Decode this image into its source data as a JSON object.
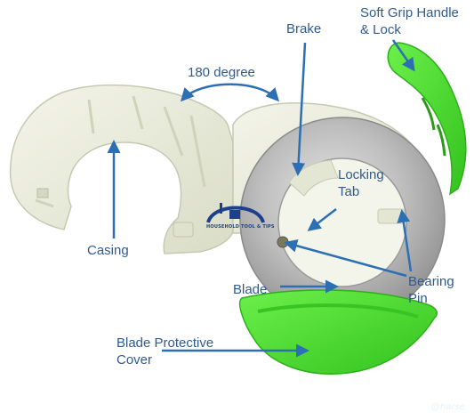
{
  "labels": {
    "soft_grip_line1": "Soft Grip Handle",
    "soft_grip_line2": "& Lock",
    "brake": "Brake",
    "degree": "180 degree",
    "locking_tab_line1": "Locking",
    "locking_tab_line2": "Tab",
    "casing": "Casing",
    "blade": "Blade",
    "bearing_pin_line1": "Bearing",
    "bearing_pin_line2": "Pin",
    "protective_cover_line1": "Blade Protective",
    "protective_cover_line2": "Cover"
  },
  "watermark": {
    "text": "HOUSEHOLD TOOL & TIPS",
    "signature": "@harse"
  },
  "colors": {
    "label": "#2f5b8f",
    "arrow": "#2d6fb3",
    "casing": "#eef0e2",
    "casing_shadow": "#c9ccb4",
    "blade_metal": "#b8b8b8",
    "green": "#4ddd32",
    "green_dark": "#2fae1c"
  }
}
